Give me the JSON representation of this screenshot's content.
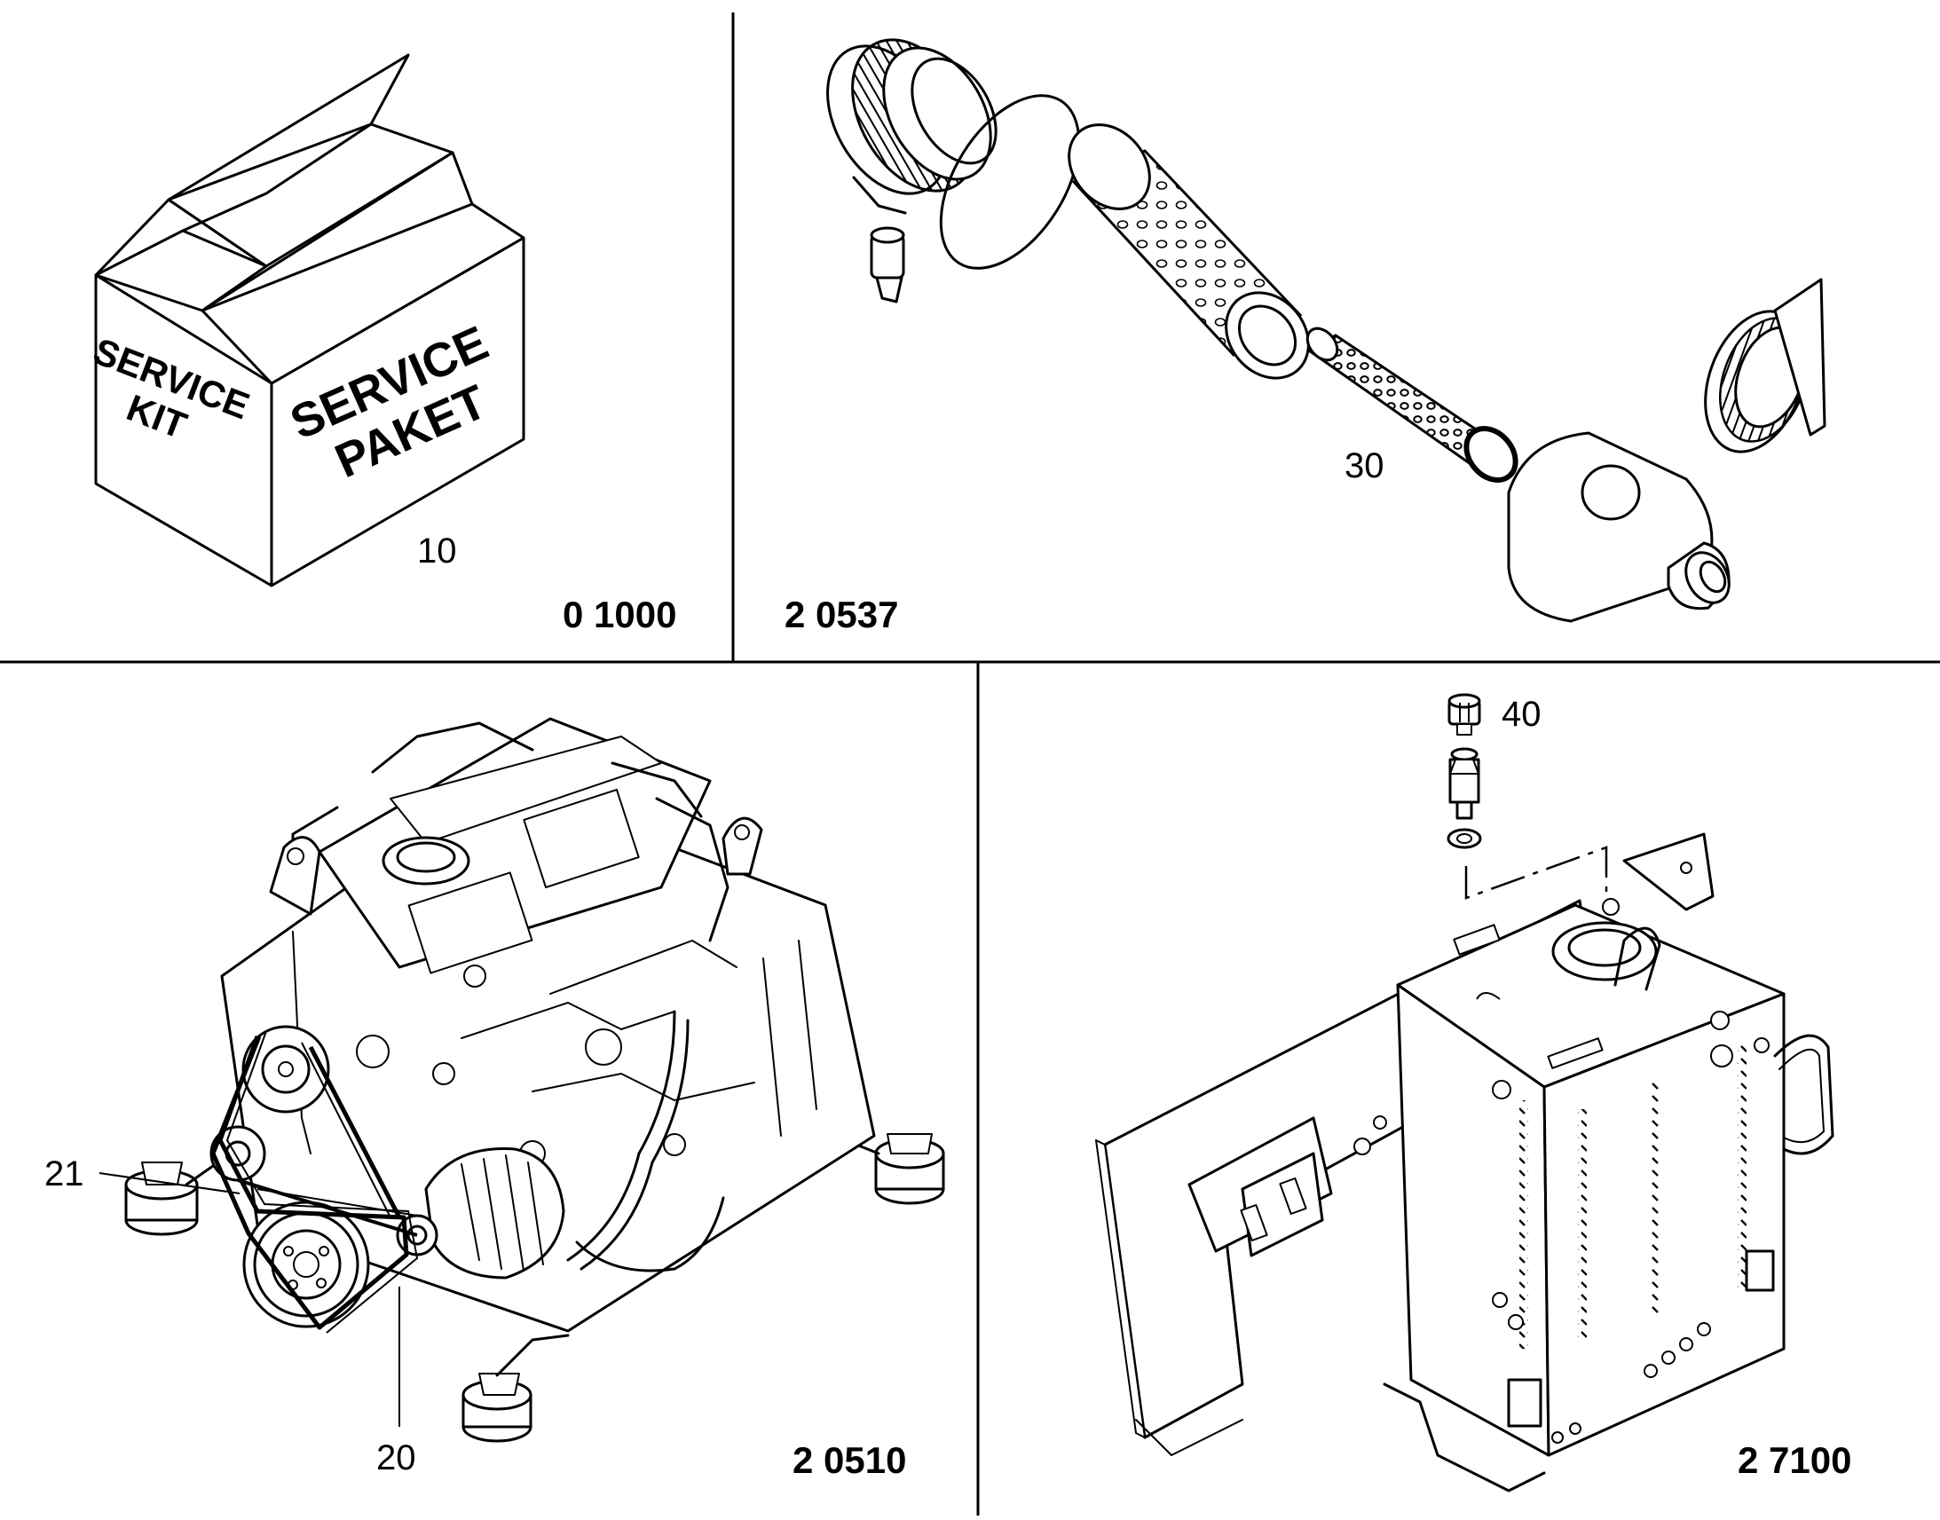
{
  "panels": [
    {
      "id": "service-kit",
      "group_code": "0 1000",
      "callouts": [
        "10"
      ],
      "box_labels": [
        "SERVICE",
        "KIT",
        "SERVICE",
        "PAKET"
      ]
    },
    {
      "id": "air-filter",
      "group_code": "2 0537",
      "callouts": [
        "30"
      ]
    },
    {
      "id": "engine",
      "group_code": "2 0510",
      "callouts": [
        "21",
        "20"
      ]
    },
    {
      "id": "tank",
      "group_code": "2 7100",
      "callouts": [
        "40"
      ]
    }
  ]
}
